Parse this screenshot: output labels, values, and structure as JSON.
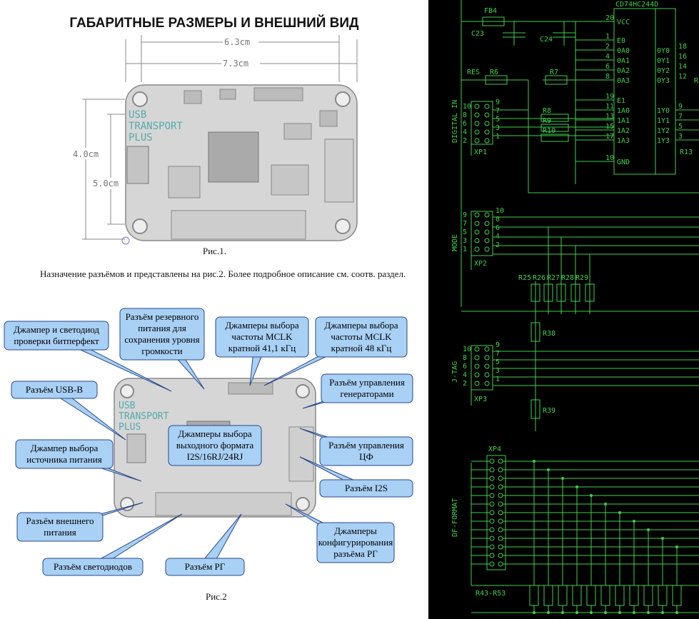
{
  "document": {
    "heading": "ГАБАРИТНЫЕ РАЗМЕРЫ И ВНЕШНИЙ ВИД",
    "figure1_caption": "Рис.1.",
    "paragraph": "Назначение разъёмов и представлены на рис.2. Более подробное описание см. соотв. раздел.",
    "figure2_caption": "Рис.2"
  },
  "figure1": {
    "dims": {
      "width_inner": "6.3cm",
      "width_outer": "7.3cm",
      "height_inner": "4.0cm",
      "height_outer": "5.0cm"
    },
    "board_text": [
      "USB",
      "TRANSPORT",
      "PLUS"
    ]
  },
  "figure2": {
    "board_text": [
      "USB",
      "TRANSPORT",
      "PLUS"
    ],
    "callouts": [
      {
        "lines": [
          "Джампер и светодиод",
          "проверки битперфект"
        ]
      },
      {
        "lines": [
          "Разъём резервного",
          "питания для",
          "сохранения уровня",
          "громкости"
        ]
      },
      {
        "lines": [
          "Джамперы выбора",
          "частоты MCLK",
          "кратной 41,1 кГц"
        ]
      },
      {
        "lines": [
          "Джамперы выбора",
          "частоты MCLK",
          "кратной 48 кГц"
        ]
      },
      {
        "lines": [
          "Разъём USB-B"
        ]
      },
      {
        "lines": [
          "Разъём управления",
          "генераторами"
        ]
      },
      {
        "lines": [
          "Джамперы выбора",
          "выходного формата",
          "I2S/16RJ/24RJ"
        ]
      },
      {
        "lines": [
          "Джампер выбора",
          "источника питания"
        ]
      },
      {
        "lines": [
          "Разъём управления",
          "ЦФ"
        ]
      },
      {
        "lines": [
          "Разъём I2S"
        ]
      },
      {
        "lines": [
          "Разъём внешнего",
          "питания"
        ]
      },
      {
        "lines": [
          "Джамперы",
          "конфигурирования",
          "разъёма РГ"
        ]
      },
      {
        "lines": [
          "Разъём светодиодов"
        ]
      },
      {
        "lines": [
          "Разъём РГ"
        ]
      }
    ]
  },
  "schematic": {
    "colors": {
      "background": "#000000",
      "trace": "#3fd14a"
    },
    "chip": "CD74HC244D",
    "fuse": "FB4",
    "caps": [
      "C23",
      "C24"
    ],
    "resistors_top": [
      "R6",
      "R7",
      "R8",
      "R9",
      "R10",
      "R13"
    ],
    "res_label": "RES",
    "chip_pins_left": [
      "20",
      "1",
      "2",
      "4",
      "6",
      "8",
      "19",
      "11",
      "13",
      "15",
      "17",
      "10"
    ],
    "chip_pin_names_left": [
      "VCC",
      "E0",
      "0A0",
      "0A1",
      "0A2",
      "0A3",
      "E1",
      "1A0",
      "1A1",
      "1A2",
      "1A3",
      "GND"
    ],
    "chip_pin_names_right": [
      "0Y0",
      "0Y1",
      "0Y2",
      "0Y3",
      "1Y0",
      "1Y1",
      "1Y2",
      "1Y3"
    ],
    "chip_pins_right": [
      "18",
      "16",
      "14",
      "12",
      "9",
      "7",
      "5",
      "3"
    ],
    "r_partial": "R",
    "connectors": [
      {
        "name": "XP1",
        "label": "DIGITAL IN",
        "pins_left": [
          "10",
          "8",
          "6",
          "4",
          "2"
        ],
        "pins_right": [
          "9",
          "7",
          "5",
          "3",
          "1"
        ]
      },
      {
        "name": "XP2",
        "label": "MODE",
        "pins_left": [
          "9",
          "7",
          "5",
          "3",
          "1"
        ],
        "pins_right": [
          "10",
          "8",
          "6",
          "4",
          "2"
        ]
      },
      {
        "name": "XP3",
        "label": "J-TAG",
        "pins_left": [
          "10",
          "8",
          "6",
          "4",
          "2"
        ],
        "pins_right": [
          "9",
          "7",
          "5",
          "3",
          "1"
        ]
      },
      {
        "name": "XP4",
        "label": "DF-FORMAT"
      }
    ],
    "mode_resistors": [
      "R25",
      "R26",
      "R27",
      "R28",
      "R29"
    ],
    "r38": "R38",
    "r39": "R39",
    "r_array": "R43-R53"
  }
}
